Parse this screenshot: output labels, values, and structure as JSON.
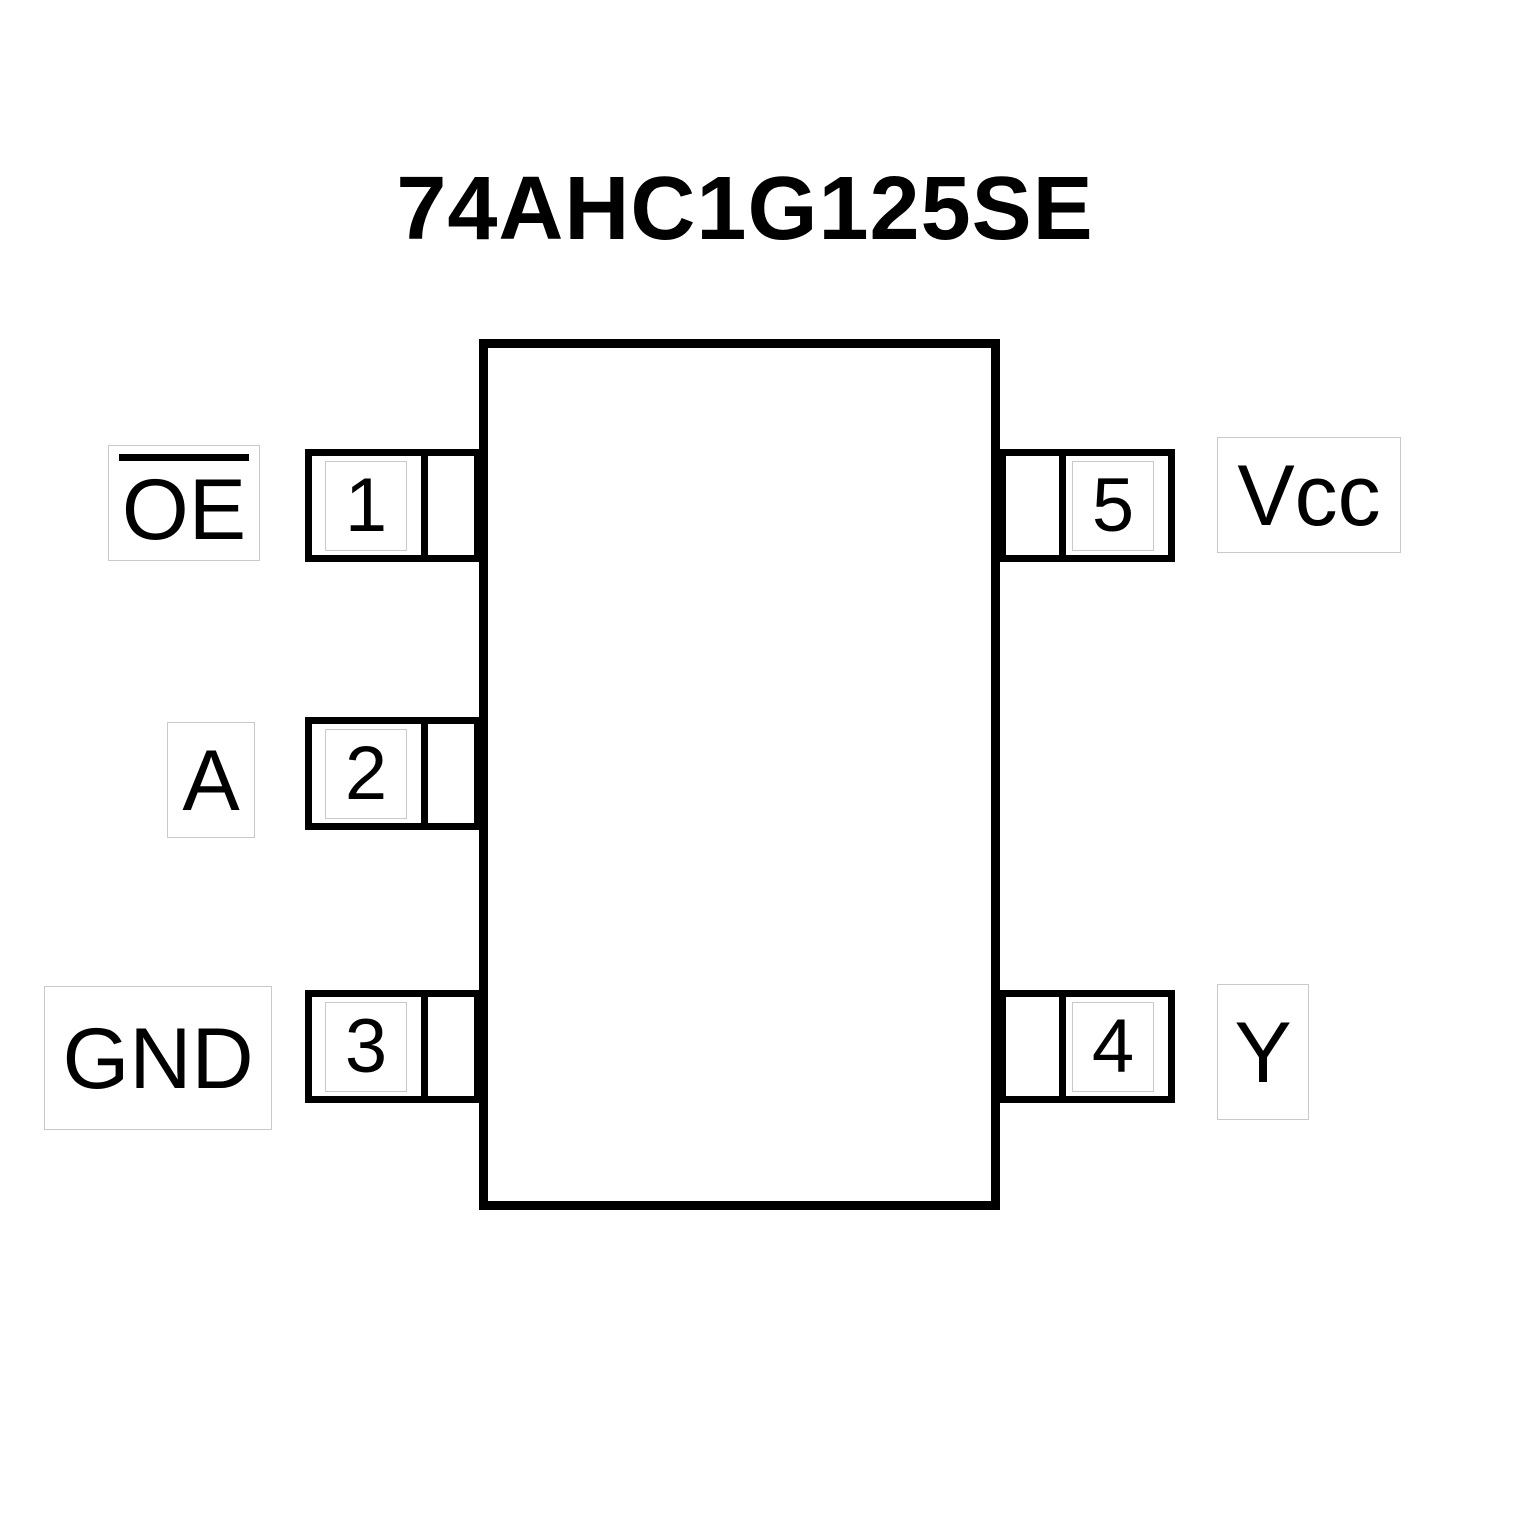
{
  "title": "74AHC1G125SE",
  "chip": {
    "package_pin_count": "5",
    "left_pins": [
      {
        "number": "1",
        "label": "OE",
        "overline": true
      },
      {
        "number": "2",
        "label": "A",
        "overline": false
      },
      {
        "number": "3",
        "label": "GND",
        "overline": false
      }
    ],
    "right_pins": [
      {
        "number": "5",
        "label": "Vcc",
        "overline": false
      },
      {
        "number": "4",
        "label": "Y",
        "overline": false
      }
    ]
  }
}
